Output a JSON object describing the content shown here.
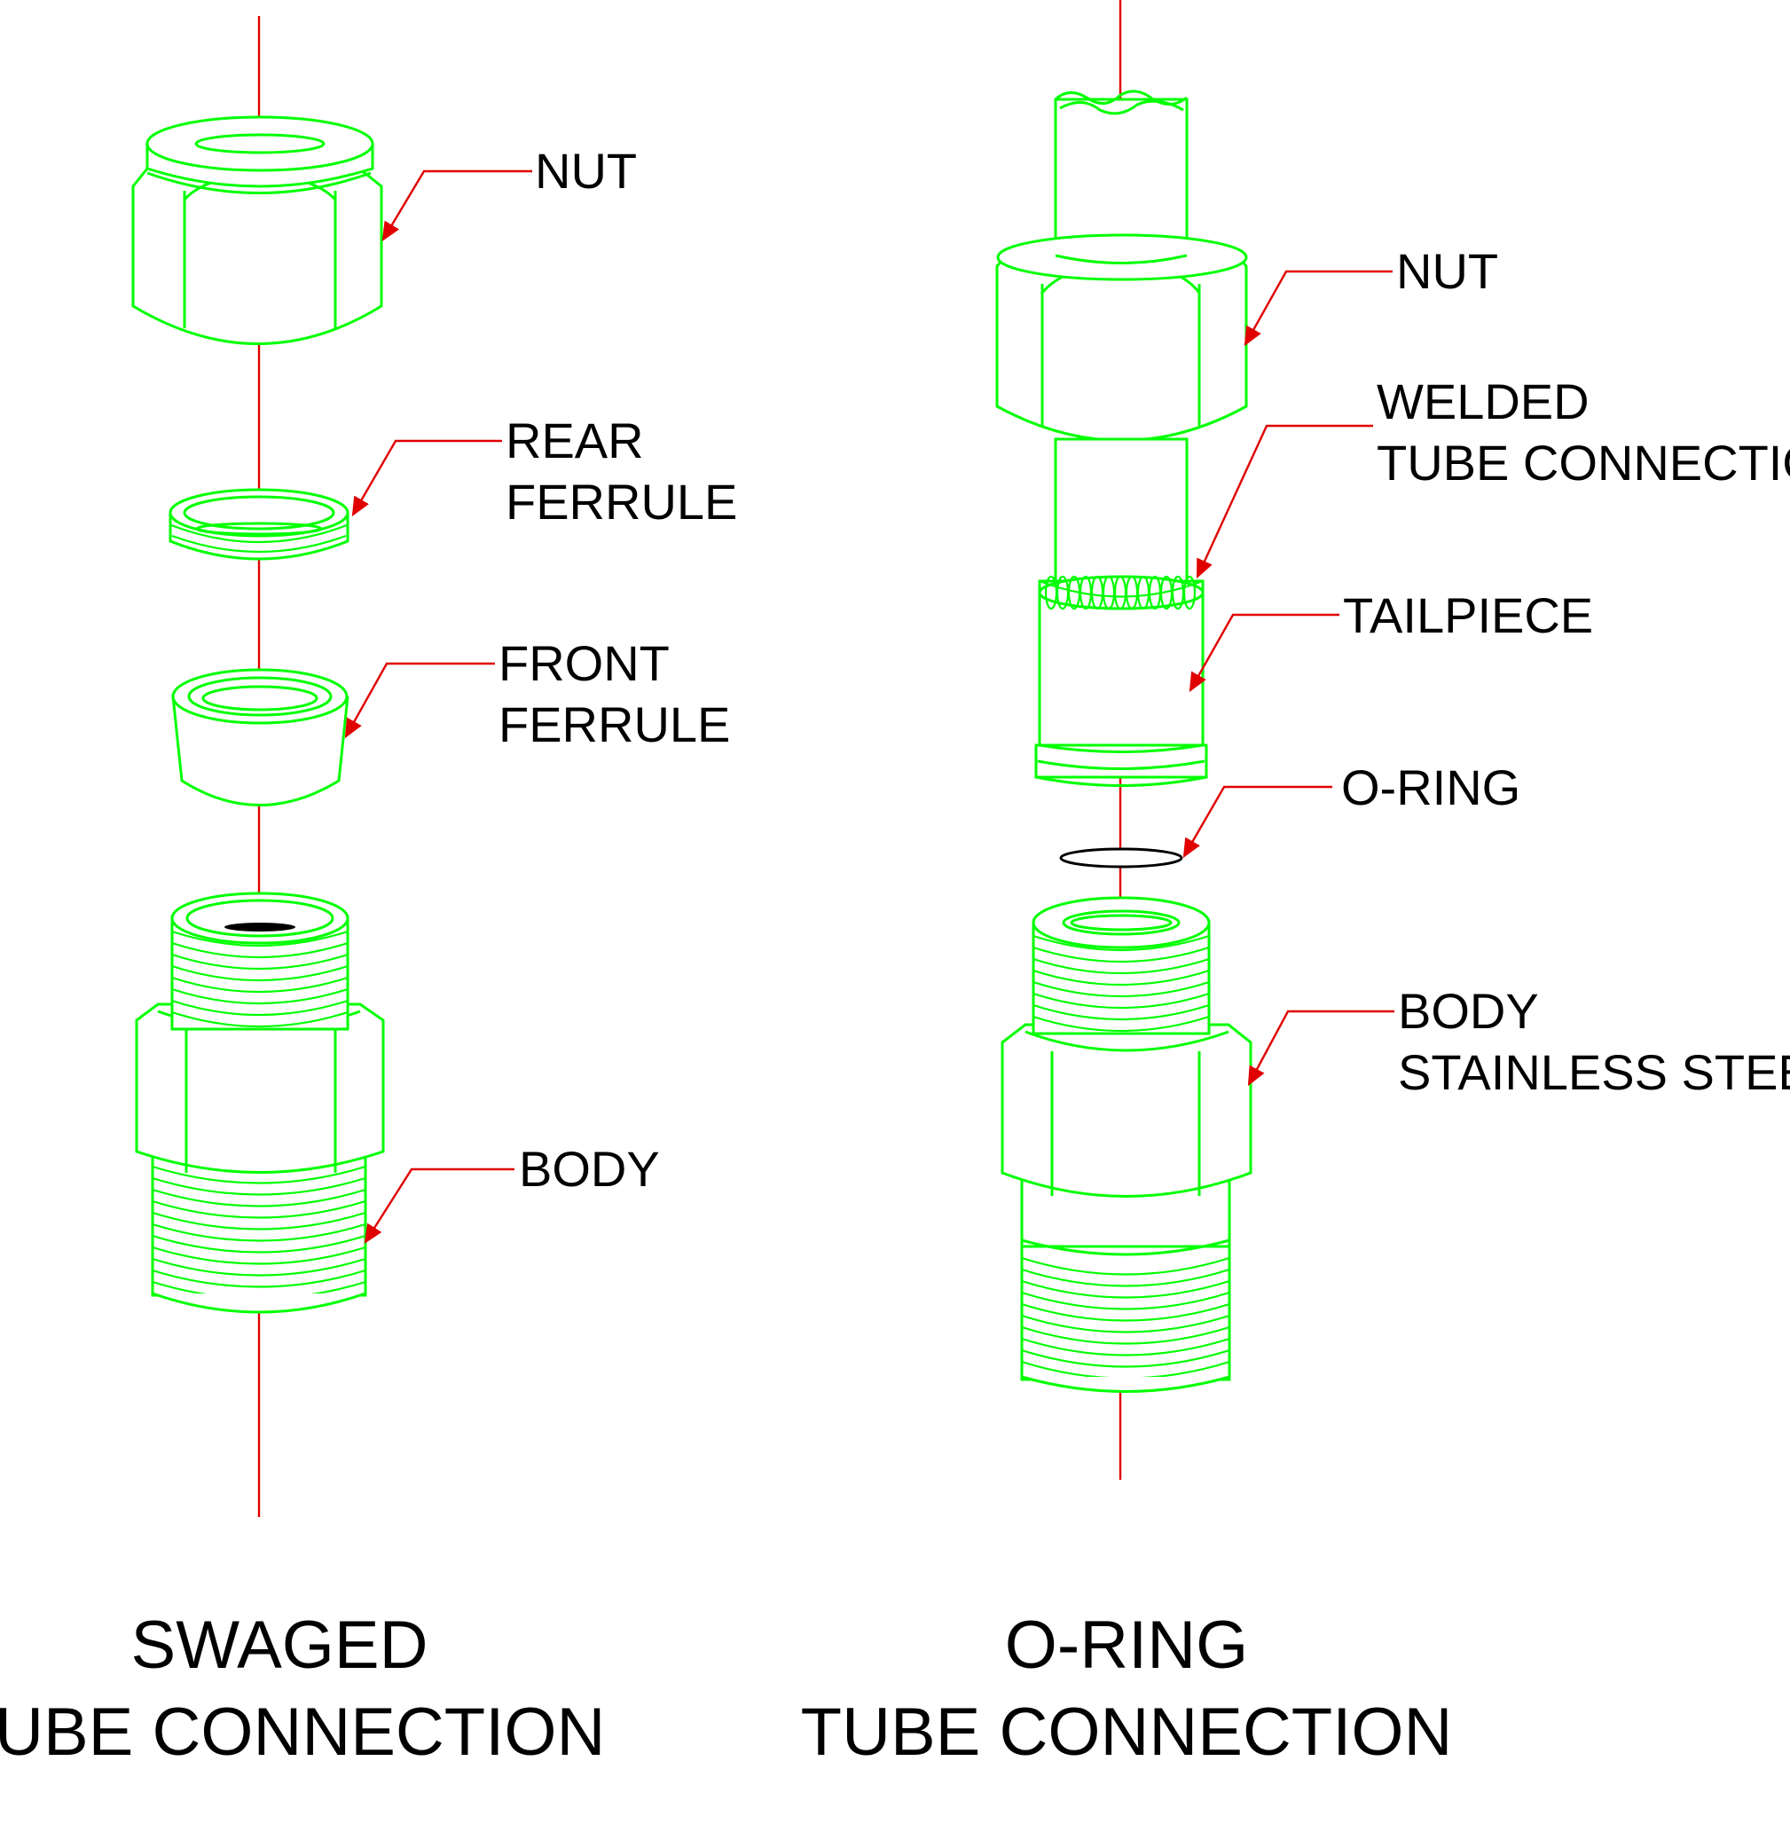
{
  "left_assembly": {
    "labels": {
      "nut": "NUT",
      "rear_ferrule_1": "REAR",
      "rear_ferrule_2": "FERRULE",
      "front_ferrule_1": "FRONT",
      "front_ferrule_2": "FERRULE",
      "body": "BODY"
    },
    "caption_line1": "SWAGED",
    "caption_line2": "TUBE CONNECTION"
  },
  "right_assembly": {
    "labels": {
      "nut": "NUT",
      "welded_1": "WELDED",
      "welded_2": "TUBE CONNECTION",
      "tailpiece": "TAILPIECE",
      "o_ring": "O-RING",
      "body_1": "BODY",
      "body_2": "STAINLESS STEEL"
    },
    "caption_line1": "O-RING",
    "caption_line2": "TUBE CONNECTION"
  },
  "colors": {
    "part_outline": "#00ff00",
    "axis_and_leaders": "#e00000",
    "text": "#000000",
    "o_ring": "#000000"
  }
}
